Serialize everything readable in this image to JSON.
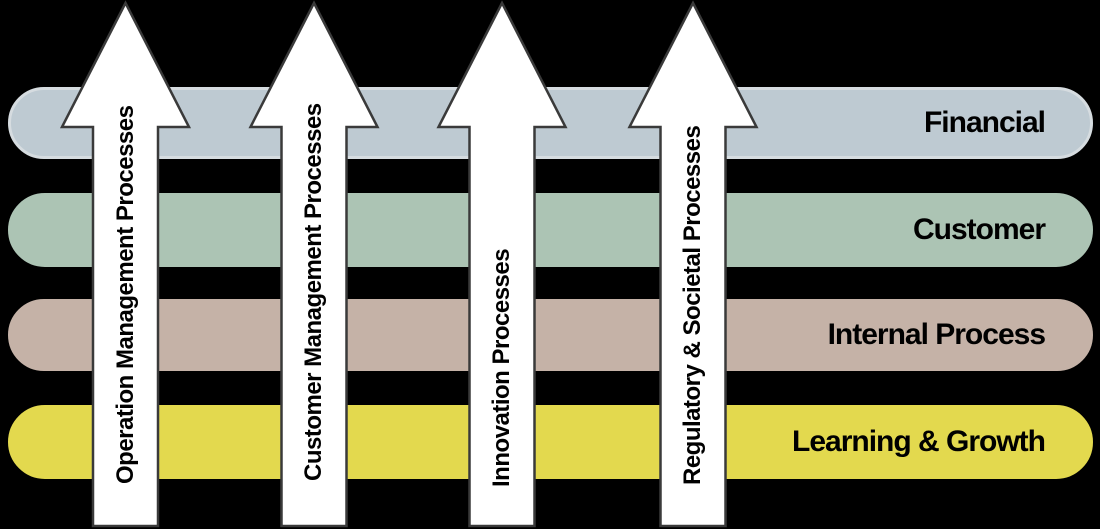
{
  "diagram": {
    "background_color": "#000000",
    "bars": [
      {
        "label": "Financial",
        "color": "#becad2",
        "border_color": "#d6dce0"
      },
      {
        "label": "Customer",
        "color": "#acc4b4",
        "border_color": "#acc4b4"
      },
      {
        "label": "Internal Process",
        "color": "#c5b2a7",
        "border_color": "#c5b2a7"
      },
      {
        "label": "Learning & Growth",
        "color": "#e3d94e",
        "border_color": "#e3d94e"
      }
    ],
    "arrows": [
      {
        "label": "Operation Management Processes"
      },
      {
        "label": "Customer Management Processes"
      },
      {
        "label": "Innovation Processes"
      },
      {
        "label": "Regulatory & Societal Processes"
      }
    ],
    "arrow_fill": "#ffffff",
    "arrow_outline": "#3a3a3a",
    "text_color": "#000000"
  }
}
